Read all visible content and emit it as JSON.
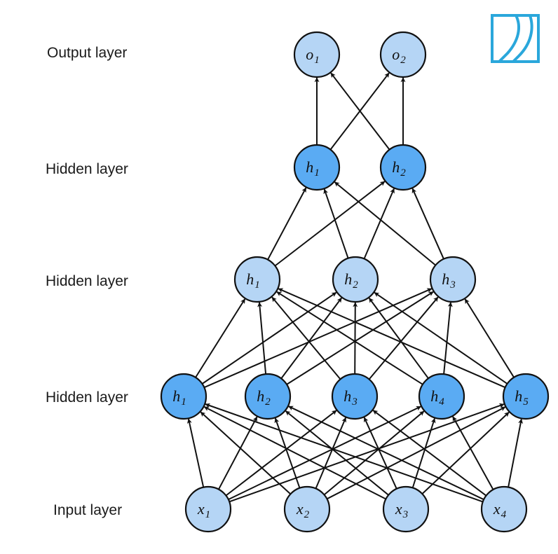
{
  "colors": {
    "light": "#b5d5f5",
    "dark": "#5aabf3",
    "edge": "#111111",
    "logo": "#2aa7db"
  },
  "logo": {
    "icon": "book-logo-icon"
  },
  "layers": [
    {
      "id": "output",
      "label": "Output layer",
      "style": "light",
      "nodes": [
        {
          "id": "o1",
          "var": "o",
          "sub": "1"
        },
        {
          "id": "o2",
          "var": "o",
          "sub": "2"
        }
      ]
    },
    {
      "id": "hidden3",
      "label": "Hidden layer",
      "style": "dark",
      "nodes": [
        {
          "id": "h3_1",
          "var": "h",
          "sub": "1"
        },
        {
          "id": "h3_2",
          "var": "h",
          "sub": "2"
        }
      ]
    },
    {
      "id": "hidden2",
      "label": "Hidden layer",
      "style": "light",
      "nodes": [
        {
          "id": "h2_1",
          "var": "h",
          "sub": "1"
        },
        {
          "id": "h2_2",
          "var": "h",
          "sub": "2"
        },
        {
          "id": "h2_3",
          "var": "h",
          "sub": "3"
        }
      ]
    },
    {
      "id": "hidden1",
      "label": "Hidden layer",
      "style": "dark",
      "nodes": [
        {
          "id": "h1_1",
          "var": "h",
          "sub": "1"
        },
        {
          "id": "h1_2",
          "var": "h",
          "sub": "2"
        },
        {
          "id": "h1_3",
          "var": "h",
          "sub": "3"
        },
        {
          "id": "h1_4",
          "var": "h",
          "sub": "4"
        },
        {
          "id": "h1_5",
          "var": "h",
          "sub": "5"
        }
      ]
    },
    {
      "id": "input",
      "label": "Input layer",
      "style": "light",
      "nodes": [
        {
          "id": "x1",
          "var": "x",
          "sub": "1"
        },
        {
          "id": "x2",
          "var": "x",
          "sub": "2"
        },
        {
          "id": "x3",
          "var": "x",
          "sub": "3"
        },
        {
          "id": "x4",
          "var": "x",
          "sub": "4"
        }
      ]
    }
  ],
  "connections": "fully-connected-upward"
}
